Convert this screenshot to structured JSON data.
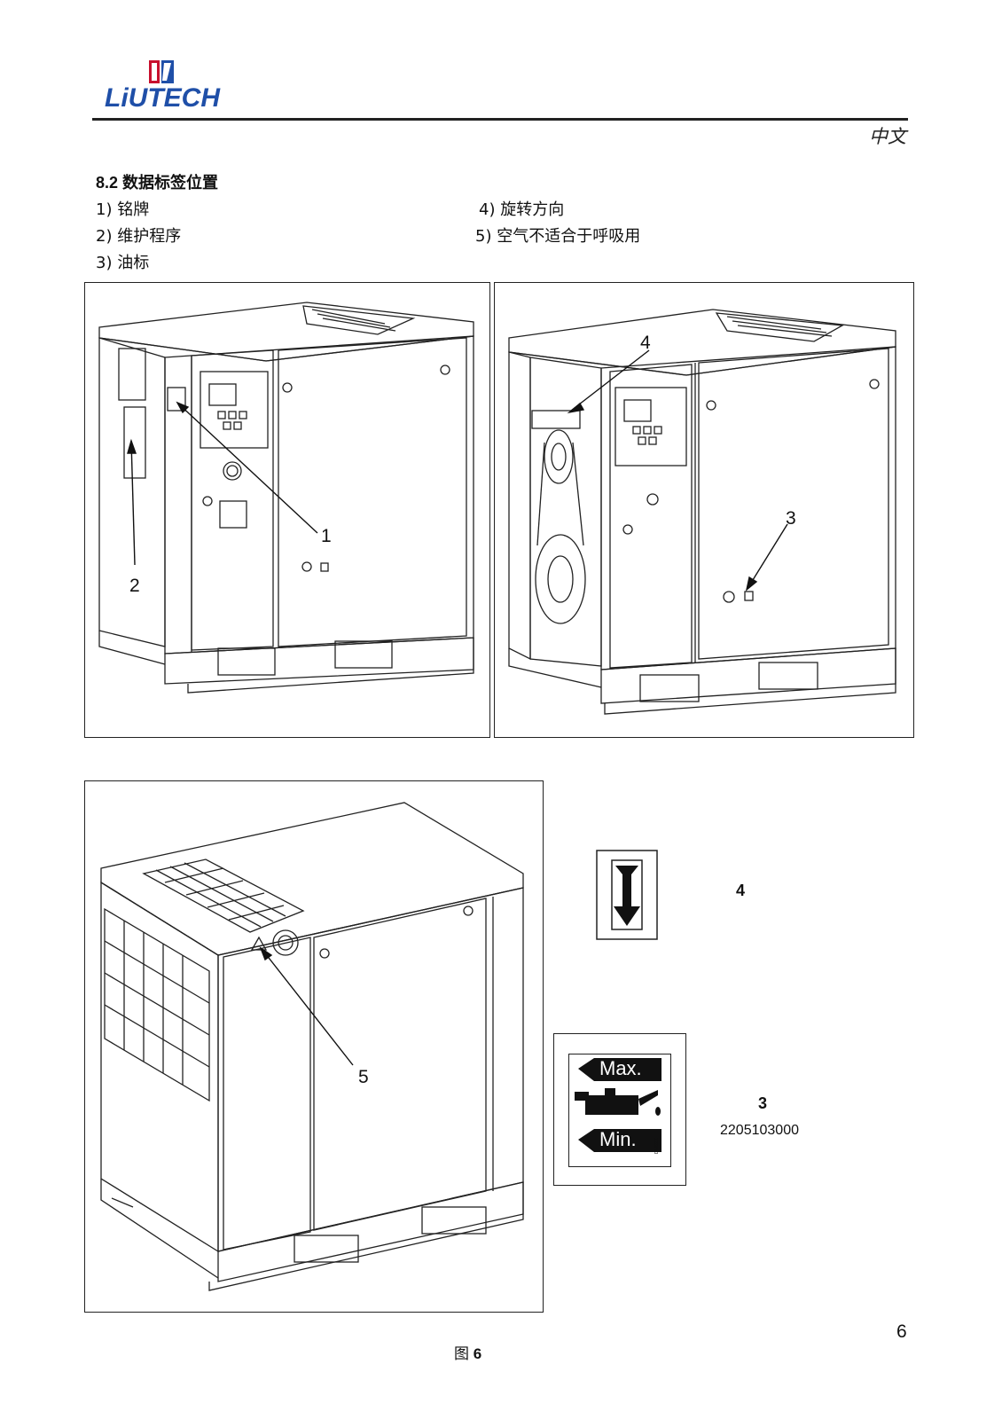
{
  "header": {
    "brand": "LiUTECH",
    "language": "中文"
  },
  "section": {
    "title": "8.2 数据标签位置",
    "items": [
      {
        "number": "1)",
        "text": "铭牌"
      },
      {
        "number": "2)",
        "text": "维护程序"
      },
      {
        "number": "3)",
        "text": "油标"
      },
      {
        "number": "4)",
        "text": "旋转方向"
      },
      {
        "number": "5)",
        "text": "空气不适合于呼吸用"
      }
    ]
  },
  "figures": {
    "top_left_callouts": [
      "1",
      "2"
    ],
    "top_right_callouts": [
      "4",
      "3"
    ],
    "bottom_callouts": [
      "5"
    ]
  },
  "labels": {
    "rotation_label_number": "4",
    "oil_label_number": "3",
    "oil_label_part_no": "2205103000",
    "oil_max_text": "Max.",
    "oil_min_text": "Min.",
    "oil_code_text": "D51233"
  },
  "footer": {
    "caption_prefix": "图",
    "caption_number": "6",
    "page_number": "6"
  }
}
